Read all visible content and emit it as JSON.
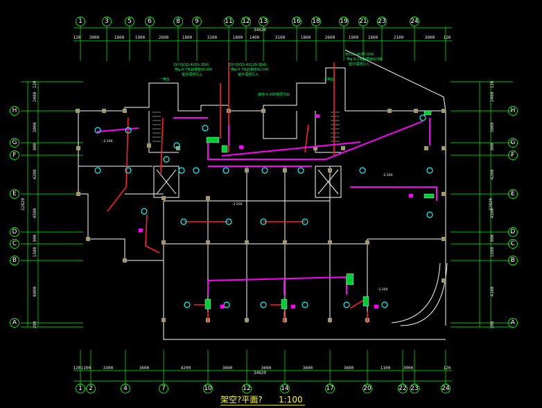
{
  "axes": {
    "top_labels": [
      "1",
      "3",
      "5",
      "6",
      "8",
      "9",
      "11",
      "12",
      "13",
      "16",
      "18",
      "19",
      "21",
      "23",
      "24"
    ],
    "bottom_labels": [
      "1",
      "2",
      "4",
      "7",
      "10",
      "12",
      "14",
      "17",
      "20",
      "22",
      "23",
      "24"
    ],
    "side_labels": [
      "H",
      "G",
      "F",
      "E",
      "D",
      "C",
      "B",
      "A"
    ]
  },
  "dimensions": {
    "top_total": "34620",
    "top_segments": [
      "120",
      "3000",
      "1800",
      "1900",
      "2600",
      "1800",
      "3100",
      "1800",
      "1400",
      "3100",
      "1800",
      "2600",
      "1900",
      "1800",
      "2100",
      "3000",
      "120"
    ],
    "bottom_total": "34620",
    "bottom_segments": [
      "120",
      "1100",
      "3300",
      "3600",
      "4200",
      "3600",
      "3600",
      "3600",
      "3600",
      "1100",
      "3000",
      "120"
    ],
    "left_total": "22820",
    "left_segments": [
      "120",
      "2400",
      "3000",
      "900",
      "4200",
      "4500",
      "900",
      "1500",
      "6000",
      "200"
    ],
    "right_total": "22820",
    "right_segments": [
      "120",
      "2400",
      "3000",
      "900",
      "4200",
      "4500",
      "900",
      "1500",
      "4100",
      "200"
    ]
  },
  "annotations": {
    "cable_1_line1": "2X(YJV22-4X50-3DA)",
    "cable_1_line2": "穿φ-0.7米处钢管SC100",
    "cable_1_line3": "室外埋地引入",
    "cable_2_line1": "2X(YJV22-4X120-3DA)",
    "cable_2_line2": "穿φ-0.7米处钢管SC100",
    "cable_2_line3": "室外埋地引入",
    "cable_3_line1": "YJV22-4X35-3DA",
    "cable_3_line2": "穿φ-0.7米处钢管SC80",
    "cable_3_line3": "室外埋地引入",
    "ground_note": "接地-5.000楼层引出",
    "room_stair_left": "一梯台",
    "room_stair_right": "二梯台",
    "level_1": "-2.200",
    "level_2": "-2.200",
    "level_3": "-2.200",
    "level_4": "-2.200"
  },
  "title": "架空?平面?",
  "scale": "1:100"
}
